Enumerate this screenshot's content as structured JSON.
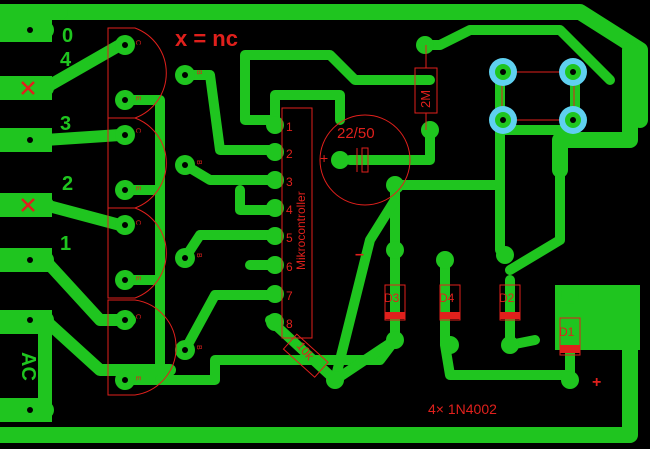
{
  "connectors": {
    "pin0": "0",
    "pin4": "4",
    "pin3": "3",
    "pin2": "2",
    "pin1": "1",
    "ac": "AC"
  },
  "labels": {
    "nc_note": "x = nc",
    "capacitor": "22/50",
    "resistor_2m": "2M",
    "resistor_10k": "10k",
    "ic_name": "Mikrocontroller",
    "diode_d1": "D1",
    "diode_d2": "D2",
    "diode_d3": "D3",
    "diode_d4": "D4",
    "diode_note": "4× 1N4002",
    "plus_top": "+",
    "plus_bottom": "+",
    "minus": "–",
    "transistor_b": "B",
    "transistor_c": "C",
    "transistor_e": "E"
  },
  "ic_pins": [
    "1",
    "2",
    "3",
    "4",
    "5",
    "6",
    "7",
    "8"
  ],
  "colors": {
    "copper": "#1fc51f",
    "silkscreen": "#e0201c",
    "background": "#000000",
    "header_pad": "#5fd0f0"
  }
}
